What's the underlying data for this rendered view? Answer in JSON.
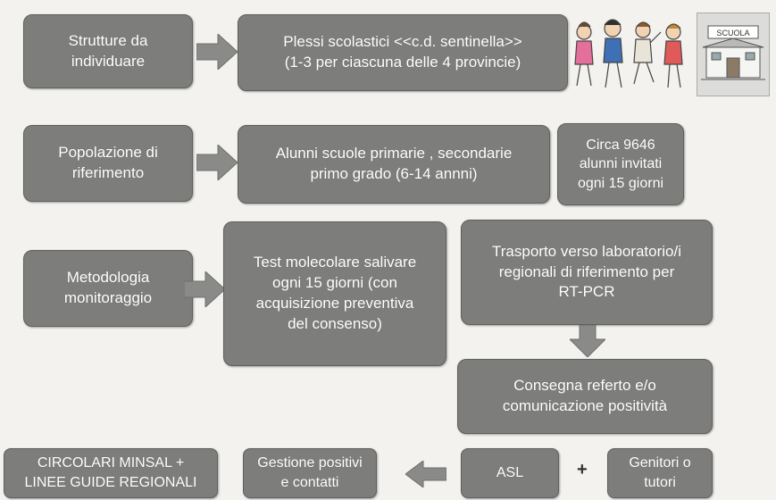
{
  "rows": {
    "row1": {
      "label": "Strutture da\nindividuare",
      "content": "Plessi scolastici <<c.d. sentinella>>\n(1-3 per ciascuna delle 4 provincie)"
    },
    "row2": {
      "label": "Popolazione di\nriferimento",
      "content": "Alunni scuole primarie , secondarie\nprimo grado (6-14 annni)",
      "note": "Circa  9646\nalunni invitati\nogni 15 giorni"
    },
    "row3": {
      "label": "Metodologia\nmonitoraggio",
      "content": "Test molecolare salivare\nogni 15 giorni (con\nacquisizione preventiva\ndel consenso)",
      "transport": "Trasporto verso laboratorio/i\nregionali di riferimento per\nRT-PCR"
    },
    "row4": {
      "delivery": "Consegna referto e/o\ncomunicazione positività"
    },
    "row5": {
      "circolari": "CIRCOLARI MINSAL  +\nLINEE GUIDE REGIONALI",
      "gestione": "Gestione positivi\ne  contatti",
      "asl": "ASL",
      "plus": "+",
      "genitori": "Genitori o\ntutori"
    }
  },
  "illustrations": {
    "children": "children-illustration",
    "school": "SCUOLA"
  },
  "colors": {
    "box": "#7d7d7b",
    "arrow": "#8a8a88",
    "text": "#ffffff"
  }
}
